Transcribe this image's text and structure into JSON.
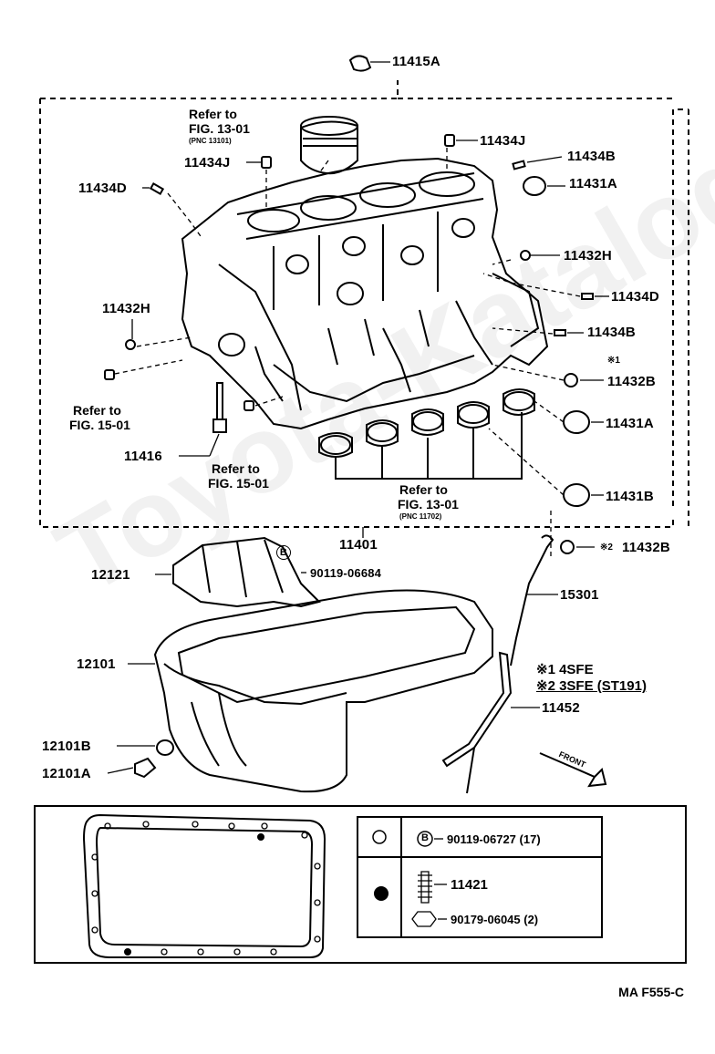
{
  "watermark": "Toyota-Katalog.ru",
  "labels": {
    "p11415A": "11415A",
    "p11434J_top": "11434J",
    "p11434J_left": "11434J",
    "p11434B_top": "11434B",
    "p11431A_top": "11431A",
    "p11434D_left": "11434D",
    "p11432H_right": "11432H",
    "p11434D_right": "11434D",
    "p11434B_right": "11434B",
    "p11432H_left": "11432H",
    "p11432B_top": "11432B",
    "p11431A_mid": "11431A",
    "p11416": "11416",
    "p11431B": "11431B",
    "p11401": "11401",
    "p11432B_bottom": "11432B",
    "p12121": "12121",
    "p90119_06684": "90119-06684",
    "p15301": "15301",
    "p12101": "12101",
    "p11452": "11452",
    "p12101B": "12101B",
    "p12101A": "12101A"
  },
  "refs": {
    "piston_ref_line1": "Refer to",
    "piston_ref_line2": "FIG. 13-01",
    "piston_pnc": "(PNC 13101)",
    "fig15_left_line1": "Refer to",
    "fig15_left_line2": "FIG. 15-01",
    "fig15_mid_line1": "Refer to",
    "fig15_mid_line2": "FIG. 15-01",
    "bearing_ref_line1": "Refer to",
    "bearing_ref_line2": "FIG. 13-01",
    "bearing_pnc": "(PNC 11702)"
  },
  "marks": {
    "mark1_top": "※1",
    "mark2_bottom": "※2"
  },
  "notes": {
    "note1": "※1 4SFE",
    "note2": "※2 3SFE (ST191)",
    "front": "FRONT"
  },
  "table": {
    "row1_part": "90119-06727 (17)",
    "row2_part_a": "11421",
    "row2_part_b": "90179-06045 (2)",
    "b_symbol": "B"
  },
  "badge_b": "B",
  "drawing_code": "MA F555-C"
}
